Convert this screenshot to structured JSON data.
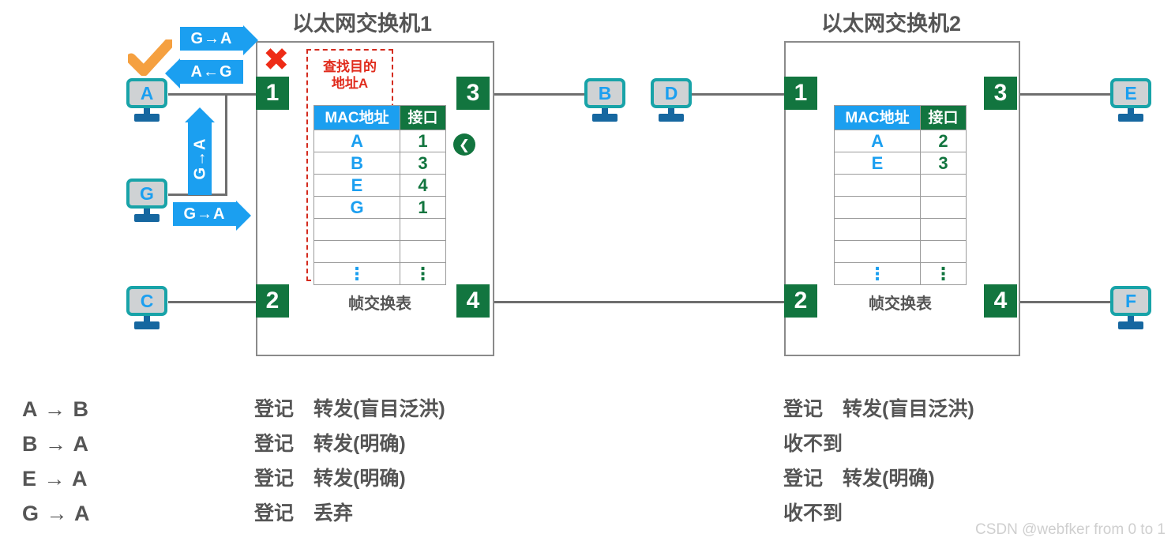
{
  "switches": [
    {
      "title": "以太网交换机1",
      "ports": [
        "1",
        "2",
        "3",
        "4"
      ],
      "table": {
        "caption": "帧交换表",
        "headers": [
          "MAC地址",
          "接口"
        ],
        "rows": [
          {
            "mac": "A",
            "port": "1"
          },
          {
            "mac": "B",
            "port": "3"
          },
          {
            "mac": "E",
            "port": "4"
          },
          {
            "mac": "G",
            "port": "1"
          },
          {
            "mac": "",
            "port": ""
          },
          {
            "mac": "",
            "port": ""
          },
          {
            "mac": "⋮",
            "port": "⋮"
          }
        ]
      },
      "lookup_note": {
        "line1": "查找目的",
        "line2": "地址A"
      },
      "cross_mark": "✖"
    },
    {
      "title": "以太网交换机2",
      "ports": [
        "1",
        "2",
        "3",
        "4"
      ],
      "table": {
        "caption": "帧交换表",
        "headers": [
          "MAC地址",
          "接口"
        ],
        "rows": [
          {
            "mac": "A",
            "port": "2"
          },
          {
            "mac": "E",
            "port": "3"
          },
          {
            "mac": "",
            "port": ""
          },
          {
            "mac": "",
            "port": ""
          },
          {
            "mac": "",
            "port": ""
          },
          {
            "mac": "",
            "port": ""
          },
          {
            "mac": "⋮",
            "port": "⋮"
          }
        ]
      }
    }
  ],
  "hosts": {
    "a": "A",
    "g": "G",
    "c": "C",
    "b": "B",
    "d": "D",
    "e": "E",
    "f": "F"
  },
  "frames": {
    "top_out": "G→A",
    "top_back": "A←G",
    "vertical": "G→A",
    "from_g": "G→A"
  },
  "legend": {
    "flows": [
      "A → B",
      "B → A",
      "E → A",
      "G → A"
    ],
    "switch1_actions": [
      "登记　转发(盲目泛洪)",
      "登记　转发(明确)",
      "登记　转发(明确)",
      "登记　丢弃"
    ],
    "switch2_actions": [
      "登记　转发(盲目泛洪)",
      "收不到",
      "登记　转发(明确)",
      "收不到"
    ]
  },
  "watermark": "CSDN @webfker from 0 to 1",
  "colors": {
    "port_green": "#12753f",
    "frame_blue": "#1b9ff0",
    "alert_red": "#e02b1c",
    "check_orange": "#f5a040",
    "link_gray": "#6e6e6e"
  }
}
